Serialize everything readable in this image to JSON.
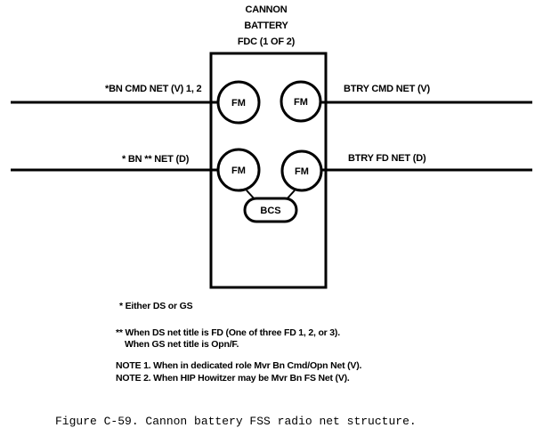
{
  "title": {
    "line1": "CANNON",
    "line2": "BATTERY",
    "line3": "FDC (1 OF 2)"
  },
  "nets": {
    "bn_cmd": "*BN CMD NET (V) 1, 2",
    "btry_cmd": "BTRY CMD NET (V)",
    "bn": "* BN ** NET (D)",
    "btry_fd": "BTRY FD NET (D)"
  },
  "nodes": {
    "fm": "FM",
    "bcs": "BCS"
  },
  "notes": {
    "either": "* Either DS or GS",
    "ds_title": "** When DS net title is FD (One of three FD 1, 2, or 3).",
    "gs_title": "When GS net title is Opn/F.",
    "note1": "NOTE 1. When in dedicated role Mvr Bn Cmd/Opn Net (V).",
    "note2": "NOTE 2. When HIP Howitzer may be Mvr Bn FS Net (V)."
  },
  "caption": "Figure C-59. Cannon battery FSS radio net structure."
}
